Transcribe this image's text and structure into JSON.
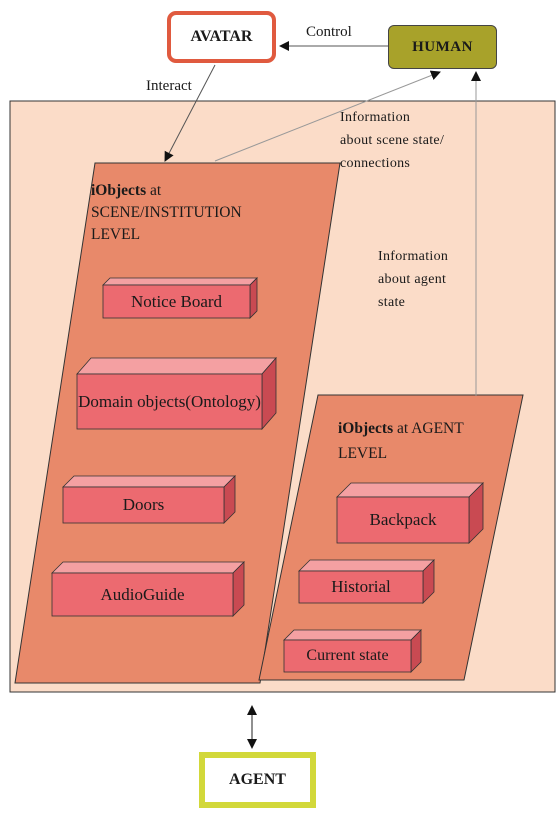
{
  "nodes": {
    "avatar": "AVATAR",
    "human": "HUMAN",
    "agent": "AGENT"
  },
  "edges": {
    "control": "Control",
    "interact": "Interact",
    "scene_info": [
      "Information",
      "about scene state/",
      "connections"
    ],
    "agent_info": [
      "Information",
      "about agent",
      "state"
    ]
  },
  "scene_panel": {
    "title_bold": "iObjects",
    "title_rest": " at",
    "title_lines": [
      "SCENE/INSTITUTION",
      "LEVEL"
    ],
    "items": [
      "Notice Board",
      "Domain objects(Ontology)",
      "Doors",
      "AudioGuide"
    ]
  },
  "agent_panel": {
    "title_bold": "iObjects",
    "title_rest": " at AGENT",
    "title_line2": "LEVEL",
    "items": [
      "Backpack",
      "Historial",
      "Current state"
    ]
  },
  "colors": {
    "region_fill": "#fbdcc8",
    "panel_fill": "#e8896a",
    "block_front": "#ec6a70",
    "block_top": "#f4a0a2",
    "block_side": "#c94a52",
    "avatar_border": "#e05a3f",
    "human_fill": "#a8a22a",
    "agent_border": "#d2d83a"
  }
}
